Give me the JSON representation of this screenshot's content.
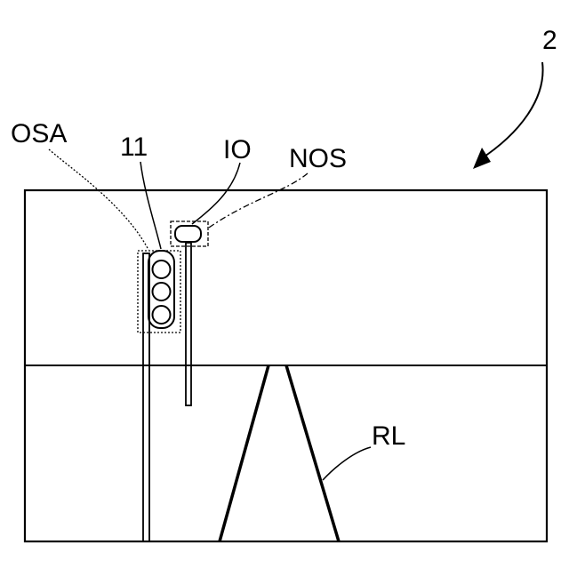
{
  "labels": {
    "figure_ref": "2",
    "osa": "OSA",
    "signal": "11",
    "io": "IO",
    "nos": "NOS",
    "rl": "RL"
  }
}
